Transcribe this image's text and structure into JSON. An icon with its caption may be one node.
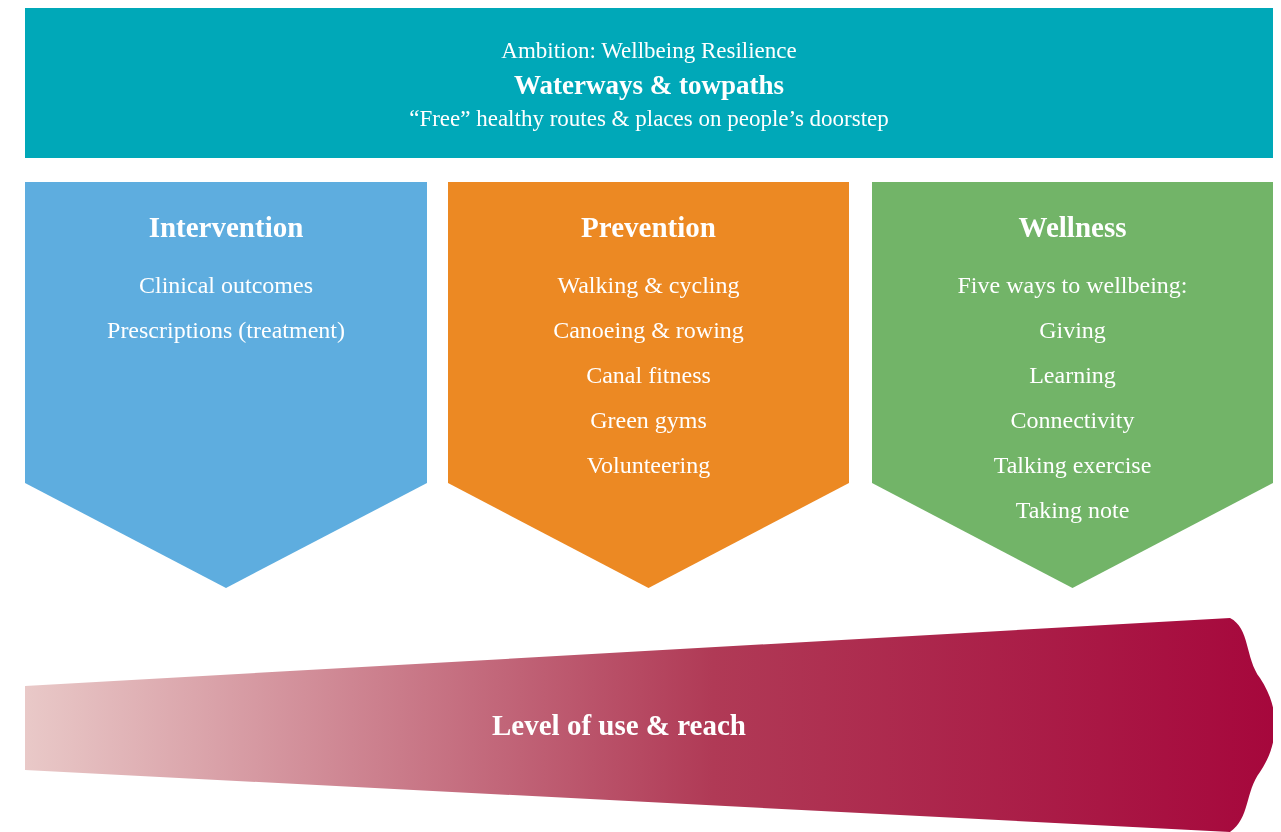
{
  "diagram": {
    "nodes": [
      {
        "text": [
          "Ambition: Wellbeing Resilience",
          "Waterways & towpaths",
          "“Free” healthy routes & places on people’s doorstep"
        ]
      },
      {
        "text": [
          "Intervention",
          "Clinical outcomes",
          "Prescriptions (treatment)"
        ]
      },
      {
        "text": [
          "Prevention",
          "Walking & cycling",
          "Canoeing & rowing",
          "Canal fitness",
          "Green gyms",
          "Volunteering"
        ]
      },
      {
        "text": [
          "Wellness",
          "Five ways to wellbeing:",
          "Giving",
          "Learning",
          "Connectivity",
          "Talking exercise",
          "Taking note"
        ]
      },
      {
        "text": [
          "Level of use & reach"
        ]
      }
    ]
  }
}
